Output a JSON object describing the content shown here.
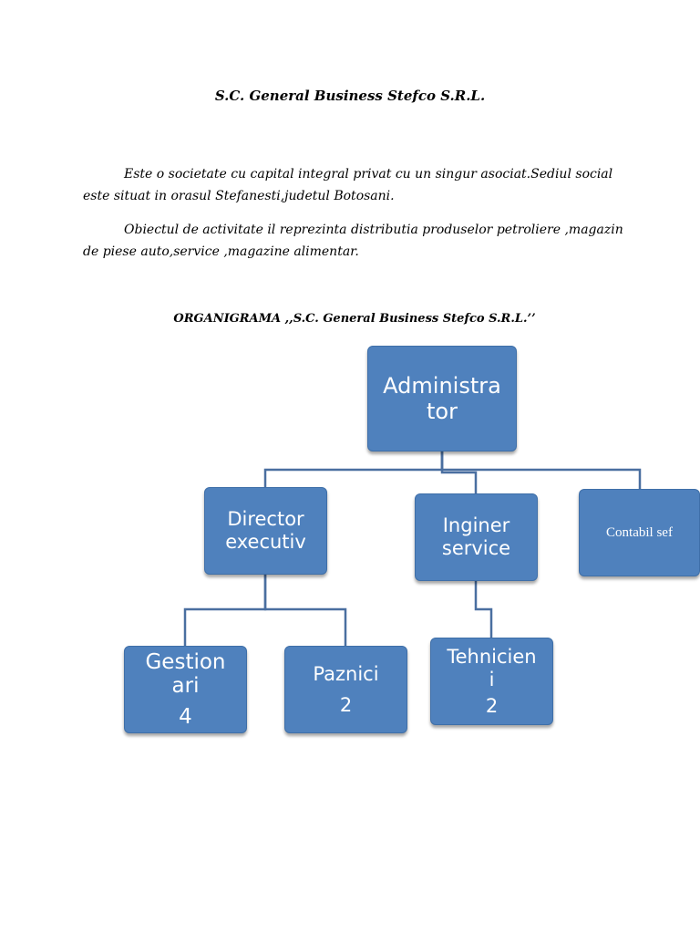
{
  "document": {
    "title": "S.C. General Business Stefco S.R.L.",
    "paragraph1": "Este o societate cu capital integral privat cu un singur asociat.Sediul social este situat in orasul Stefanesti,judetul Botosani.",
    "paragraph2": "Obiectul de activitate il reprezinta distributia produselor petroliere ,magazin de piese auto,service ,magazine alimentar.",
    "org_title": "ORGANIGRAMA ,,S.C. General Business Stefco S.R.L.’’"
  },
  "org": {
    "administrator": {
      "line1": "Administra",
      "line2": "tor"
    },
    "director": {
      "line1": "Director",
      "line2": "executiv"
    },
    "inginer": {
      "line1": "Inginer",
      "line2": "service"
    },
    "contabil": {
      "line1": "Contabil sef"
    },
    "gestionari": {
      "line1": "Gestion",
      "line2": "ari",
      "count": "4"
    },
    "paznici": {
      "line1": "Paznici",
      "count": "2"
    },
    "tehnicieni": {
      "line1": "Tehnicien",
      "line2": "i",
      "count": "2"
    }
  },
  "colors": {
    "box_fill": "#4f81bd",
    "connector": "#4a6fa0"
  }
}
